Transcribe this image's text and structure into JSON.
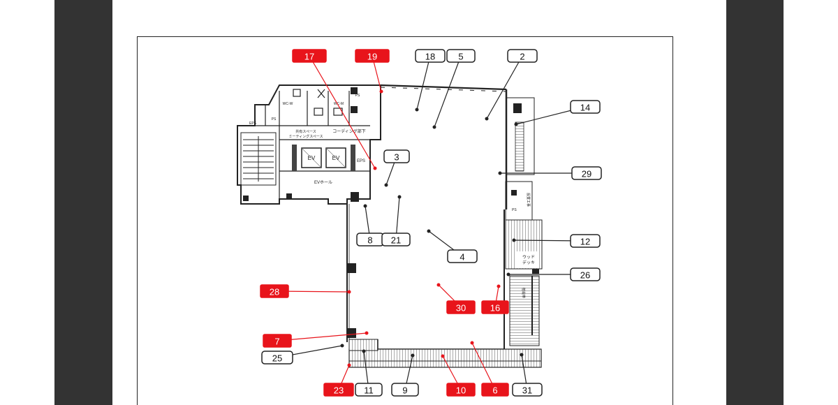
{
  "floorplan": {
    "room_labels": {
      "ev1": "EV",
      "ev2": "EV",
      "ev_hall": "EVホール",
      "eps": "EPS",
      "ps": "PS",
      "ps_right": "PS",
      "ps_left": "PS",
      "eps_top": "EPS",
      "corridor_sign": "コーディング部下",
      "shared_space": "共有スペース",
      "meeting_space": "ミーティングスペース",
      "wc_m": "WC-M",
      "wc_w": "WC-W",
      "wood_deck": "ウッド\nデッキ",
      "right_vertical_1": "設置工事",
      "right_vertical_2": "植栽帯"
    },
    "markers": [
      {
        "id": "17",
        "style": "red"
      },
      {
        "id": "19",
        "style": "red"
      },
      {
        "id": "18",
        "style": "black"
      },
      {
        "id": "5",
        "style": "black"
      },
      {
        "id": "2",
        "style": "black"
      },
      {
        "id": "14",
        "style": "black"
      },
      {
        "id": "3",
        "style": "black"
      },
      {
        "id": "29",
        "style": "black"
      },
      {
        "id": "8",
        "style": "black"
      },
      {
        "id": "21",
        "style": "black"
      },
      {
        "id": "4",
        "style": "black"
      },
      {
        "id": "12",
        "style": "black"
      },
      {
        "id": "26",
        "style": "black"
      },
      {
        "id": "28",
        "style": "red"
      },
      {
        "id": "30",
        "style": "red"
      },
      {
        "id": "16",
        "style": "red"
      },
      {
        "id": "7",
        "style": "red"
      },
      {
        "id": "25",
        "style": "black"
      },
      {
        "id": "23",
        "style": "red"
      },
      {
        "id": "11",
        "style": "black"
      },
      {
        "id": "9",
        "style": "black"
      },
      {
        "id": "10",
        "style": "red"
      },
      {
        "id": "6",
        "style": "red"
      },
      {
        "id": "31",
        "style": "black"
      }
    ],
    "colors": {
      "red_marker": "#e8141b",
      "black_marker": "#222222",
      "wall": "#222222",
      "side_panel": "#333333"
    }
  }
}
